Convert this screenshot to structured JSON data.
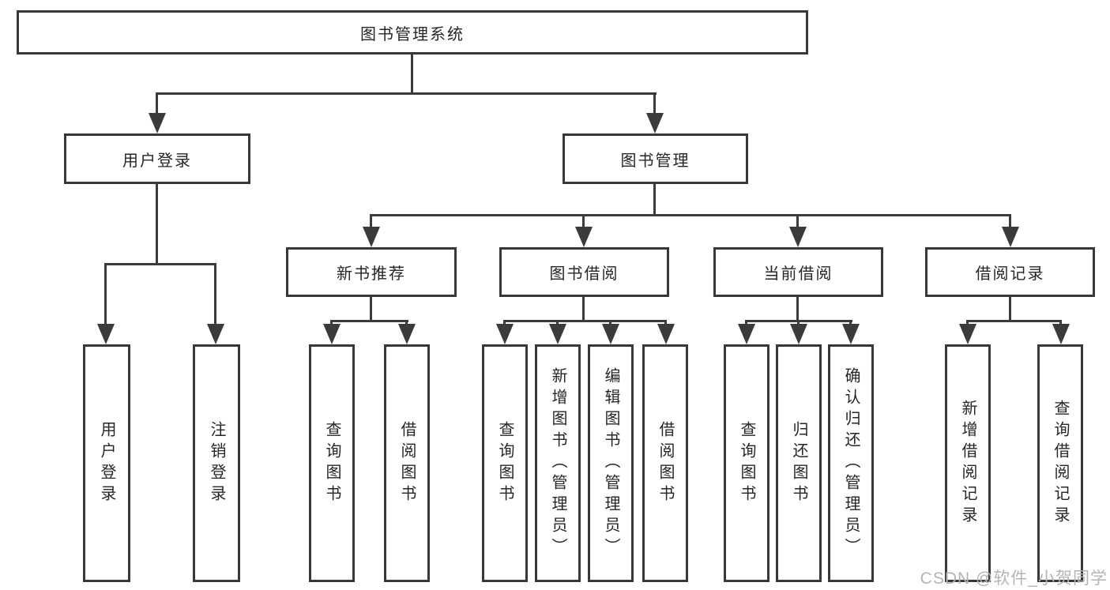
{
  "diagram": {
    "root": {
      "label": "图书管理系统"
    },
    "level2": [
      {
        "label": "用户登录"
      },
      {
        "label": "图书管理"
      }
    ],
    "level3": [
      {
        "label": "新书推荐"
      },
      {
        "label": "图书借阅"
      },
      {
        "label": "当前借阅"
      },
      {
        "label": "借阅记录"
      }
    ],
    "leaves": {
      "user_login": [
        {
          "label": "用户登录"
        },
        {
          "label": "注销登录"
        }
      ],
      "new_book": [
        {
          "label": "查询图书"
        },
        {
          "label": "借阅图书"
        }
      ],
      "book_borrow": [
        {
          "label": "查询图书"
        },
        {
          "label": "新增图书（管理员）"
        },
        {
          "label": "编辑图书（管理员）"
        },
        {
          "label": "借阅图书"
        }
      ],
      "current_borrow": [
        {
          "label": "查询图书"
        },
        {
          "label": "归还图书"
        },
        {
          "label": "确认归还（管理员）"
        }
      ],
      "borrow_records": [
        {
          "label": "新增借阅记录"
        },
        {
          "label": "查询借阅记录"
        }
      ]
    }
  },
  "watermark": "CSDN @软件_小贺同学",
  "colors": {
    "line": "#3b3b3b",
    "border": "#383838",
    "text": "#262626",
    "watermark": "#b4b4b4",
    "background": "#ffffff"
  }
}
